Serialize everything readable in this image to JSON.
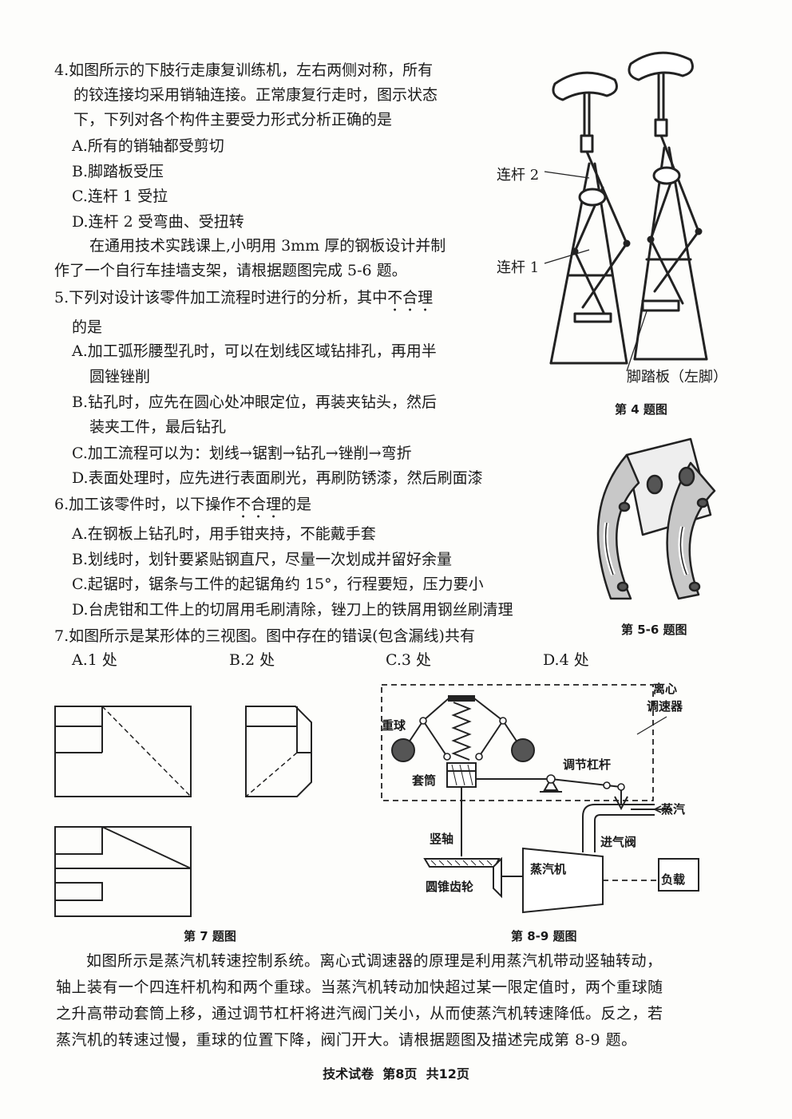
{
  "q4": {
    "stem": [
      "4.如图所示的下肢行走康复训练机，左右两侧对称，所有",
      "的铰连接均采用销轴连接。正常康复行走时，图示状态",
      "下，下列对各个构件主要受力形式分析正确的是"
    ],
    "options": [
      "A.所有的销轴都受剪切",
      "B.脚踏板受压",
      "C.连杆 1 受拉",
      "D.连杆 2 受弯曲、受扭转"
    ],
    "figure": {
      "label_link2": "连杆 2",
      "label_link1": "连杆 1",
      "label_pedal": "脚踏板（左脚）",
      "caption": "第 4 题图"
    }
  },
  "intro56": [
    "在通用技术实践课上,小明用 3mm 厚的钢板设计并制",
    "作了一个自行车挂墙支架，请根据题图完成 5-6 题。"
  ],
  "q5": {
    "stem_pre": "5.下列对设计该零件加工流程时进行的分析，其中",
    "stem_em": "不合理",
    "stem_line2": "的是",
    "options": [
      "A.加工弧形腰型孔时，可以在划线区域钻排孔，再用半",
      "圆锉锉削",
      "B.钻孔时，应先在圆心处冲眼定位，再装夹钻头，然后",
      "装夹工件，最后钻孔",
      "C.加工流程可以为：划线→锯割→钻孔→锉削→弯折",
      "D.表面处理时，应先进行表面刷光，再刷防锈漆，然后刷面漆"
    ],
    "figure_caption": "第 5-6 题图"
  },
  "q6": {
    "stem_pre": "6.加工该零件时，以下操作",
    "stem_em": "不合理",
    "stem_post": "的是",
    "options": [
      "A.在钢板上钻孔时，用手钳夹持，不能戴手套",
      "B.划线时，划针要紧贴钢直尺，尽量一次划成并留好余量",
      "C.起锯时，锯条与工件的起锯角约 15°，行程要短，压力要小",
      "D.台虎钳和工件上的切屑用毛刷清除，锉刀上的铁屑用钢丝刷清理"
    ]
  },
  "q7": {
    "stem": "7.如图所示是某形体的三视图。图中存在的错误(包含漏线)共有",
    "options": [
      "A.1 处",
      "B.2 处",
      "C.3 处",
      "D.4 处"
    ],
    "figure_caption": "第 7 题图"
  },
  "fig89": {
    "labels": {
      "governor": [
        "离心",
        "调速器"
      ],
      "ball": "重球",
      "sleeve": "套筒",
      "lever": "调节杠杆",
      "steam": "蒸汽",
      "valve": "进气阀",
      "shaft": "竖轴",
      "gear": "圆锥齿轮",
      "engine": "蒸汽机",
      "load": "负载"
    },
    "caption": "第 8-9 题图"
  },
  "paragraph": [
    "如图所示是蒸汽机转速控制系统。离心式调速器的原理是利用蒸汽机带动竖轴转动，",
    "轴上装有一个四连杆机构和两个重球。当蒸汽机转动加快超过某一限定值时，两个重球随",
    "之升高带动套筒上移，通过调节杠杆将进汽阀门关小，从而使蒸汽机转速降低。反之，若",
    "蒸汽机的转速过慢，重球的位置下降，阀门开大。请根据题图及描述完成第 8-9 题。"
  ],
  "footer": "技术试卷  第8页  共12页"
}
